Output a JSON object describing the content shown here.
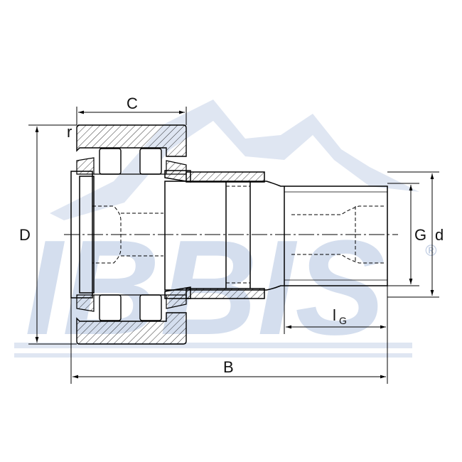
{
  "labels": {
    "C": "C",
    "r": "r",
    "D": "D",
    "G": "G",
    "d": "d",
    "l": "l",
    "G_sub": "G",
    "B": "B"
  },
  "watermark": {
    "text": "IBBIS",
    "mark": "®",
    "color": "#c9d6ea"
  },
  "colors": {
    "line": "#000000",
    "watermark": "#c9d6ea",
    "hatch": "#000000"
  }
}
